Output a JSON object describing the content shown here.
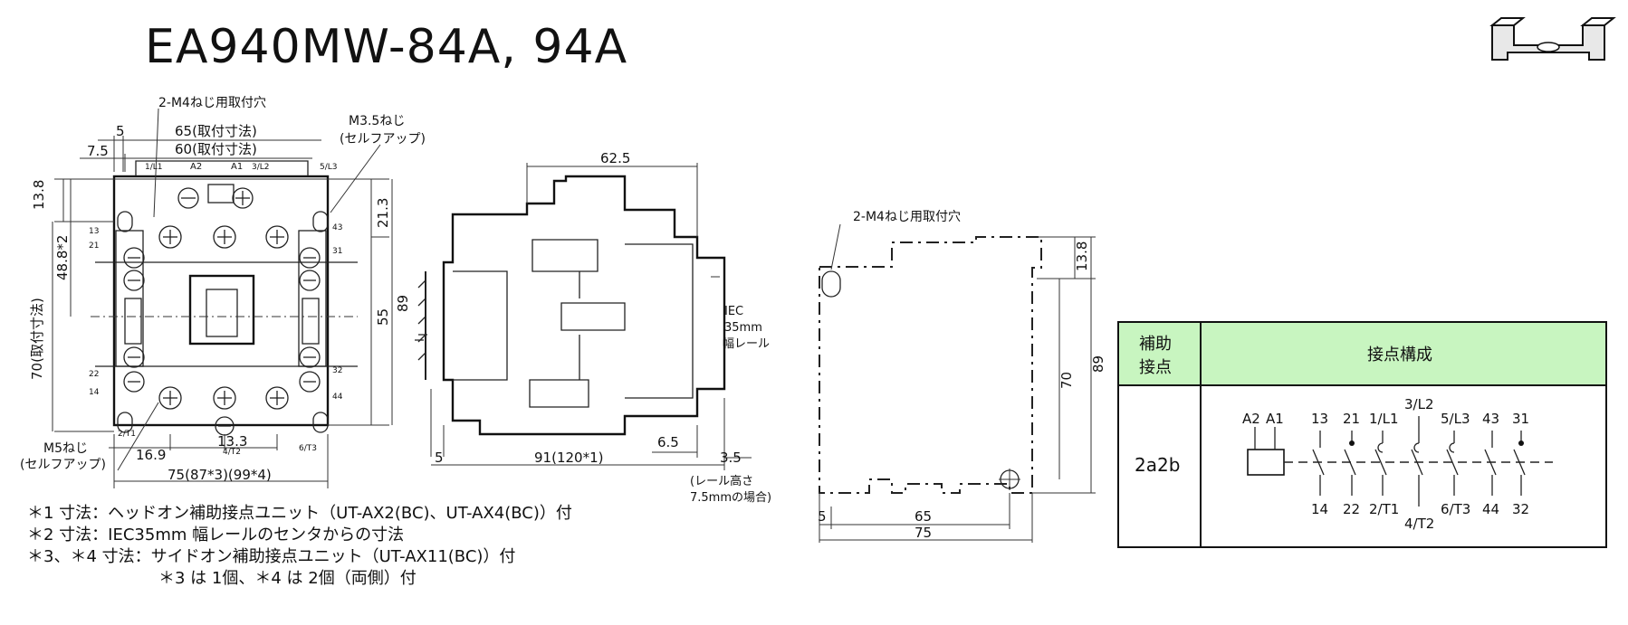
{
  "title": "EA940MW-84A, 94A",
  "front_view": {
    "mount_hole_label": "2-M4ねじ用取付穴",
    "screw_label_1": "M3.5ねじ",
    "screw_label_2": "(セルフアップ)",
    "screw_label_3": "M5ねじ",
    "screw_label_4": "(セルフアップ)",
    "dim_5": "5",
    "dim_7_5": "7.5",
    "dim_65": "65(取付寸法)",
    "dim_60": "60(取付寸法)",
    "dim_13_8": "13.8",
    "dim_48_8": "48.8*2",
    "dim_70": "70(取付寸法)",
    "dim_21_3": "21.3",
    "dim_55": "55",
    "dim_89": "89",
    "dim_16_9": "16.9",
    "dim_13_3": "13.3",
    "dim_75": "75(87*3)(99*4)",
    "term_a2": "A2",
    "term_a1": "A1",
    "term_1l1": "1/L1",
    "term_3l2": "3/L2",
    "term_5l3": "5/L3",
    "term_13": "13",
    "term_21": "21",
    "term_43": "43",
    "term_31": "31",
    "term_22": "22",
    "term_14": "14",
    "term_32": "32",
    "term_44": "44",
    "term_2t1": "2/T1",
    "term_4t2": "4/T2",
    "term_6t3": "6/T3"
  },
  "side_view": {
    "dim_62_5": "62.5",
    "rail_label_1": "IEC",
    "rail_label_2": "35mm",
    "rail_label_3": "幅レール",
    "dim_5": "5",
    "dim_91": "91(120*1)",
    "dim_6_5": "6.5",
    "dim_3_5": "3.5",
    "rail_note_1": "(レール高さ",
    "rail_note_2": "7.5mmの場合)"
  },
  "back_view": {
    "mount_hole_label": "2-M4ねじ用取付穴",
    "dim_13_8": "13.8",
    "dim_70": "70",
    "dim_89": "89",
    "dim_5": "5",
    "dim_65": "65",
    "dim_75": "75"
  },
  "table": {
    "header_aux": "補助\n接点",
    "header_aux_1": "補助",
    "header_aux_2": "接点",
    "header_config": "接点構成",
    "row_type": "2a2b",
    "labels_top": [
      "A2",
      "A1",
      "13",
      "21",
      "1/L1",
      "3/L2",
      "5/L3",
      "43",
      "31"
    ],
    "labels_bottom": [
      "14",
      "22",
      "2/T1",
      "4/T2",
      "6/T3",
      "44",
      "32"
    ]
  },
  "notes": [
    "＊1 寸法：ヘッドオン補助接点ユニット（UT-AX2(BC)、UT-AX4(BC)）付",
    "＊2 寸法：IEC35mm 幅レールのセンタからの寸法",
    "＊3、＊4 寸法：サイドオン補助接点ユニット（UT-AX11(BC)）付",
    "＊3 は 1個、＊4 は 2個（両側）付"
  ]
}
